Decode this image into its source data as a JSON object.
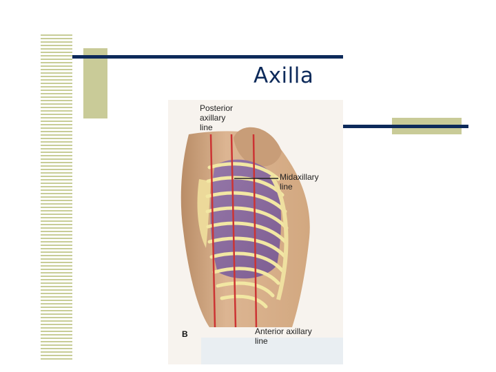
{
  "slide": {
    "title": "Axilla"
  },
  "figure": {
    "panel_letter": "B",
    "labels": {
      "posterior": [
        "Posterior",
        "axillary",
        "line"
      ],
      "midaxillary": [
        "Midaxillary",
        "line"
      ],
      "anterior": [
        "Anterior axillary",
        "line"
      ]
    },
    "colors": {
      "guide_line": "#cc3333",
      "lung": "#8a6a9e",
      "rib": "#f2e7a3",
      "skin": "#d9b48f"
    }
  }
}
